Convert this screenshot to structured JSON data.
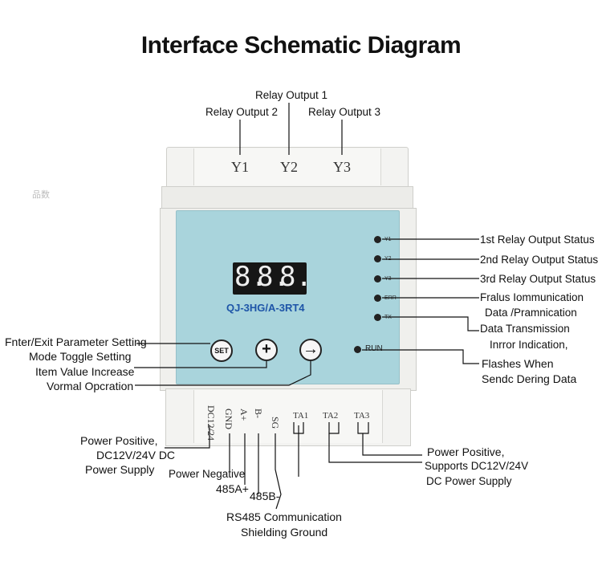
{
  "title": "Interface Schematic Diagram",
  "top_labels": {
    "relay1": "Relay Output 1",
    "relay2": "Relay Output 2",
    "relay3": "Relay Output 3"
  },
  "watermark": "品数",
  "top_terminals": [
    "Y1",
    "Y2",
    "Y3"
  ],
  "display": {
    "digits": [
      "8.",
      "8.",
      "8."
    ],
    "model": "QJ-3HG/A-3RT4"
  },
  "leds": [
    {
      "label": "Y1",
      "desc": "1st Relay Output Status"
    },
    {
      "label": "Y2",
      "desc": "2nd Relay Output Status"
    },
    {
      "label": "Y3",
      "desc": "3rd Relay Output Status"
    },
    {
      "label": "ERR",
      "desc": "Fralus Iommunication"
    },
    {
      "label": "TX",
      "desc": "Data /Pramnication"
    }
  ],
  "tx_extra": [
    "Data Transmission",
    "Inrror Indication,"
  ],
  "run": {
    "label": "RUN",
    "desc1": "Flashes When",
    "desc2": "Sendc Dering Data"
  },
  "buttons": {
    "set": "SET",
    "plus": "+",
    "arrow": "→"
  },
  "left_labels": [
    "Fnter/Exit Parameter Setting",
    "Mode Toggle Setting",
    "Item Value Increase",
    "Vormal Opcration"
  ],
  "bottom_terminals": {
    "vertical": [
      "DC12/24",
      "GND",
      "A+",
      "B-",
      "SG"
    ],
    "horizontal": [
      "TA1",
      "TA2",
      "TA3"
    ]
  },
  "bottom_labels": {
    "power_pos_1": "Power Positive,",
    "power_pos_2": "DC12V/24V DC",
    "power_pos_3": "Power Supply",
    "power_neg": "Power Negative",
    "a_plus": "485A+",
    "b_minus": "485B-",
    "rs485_1": "RS485 Communication",
    "rs485_2": "Shielding Ground",
    "ta_1": "Power Positive,",
    "ta_2": "Supports DC12V/24V",
    "ta_3": "DC Power Supply"
  }
}
